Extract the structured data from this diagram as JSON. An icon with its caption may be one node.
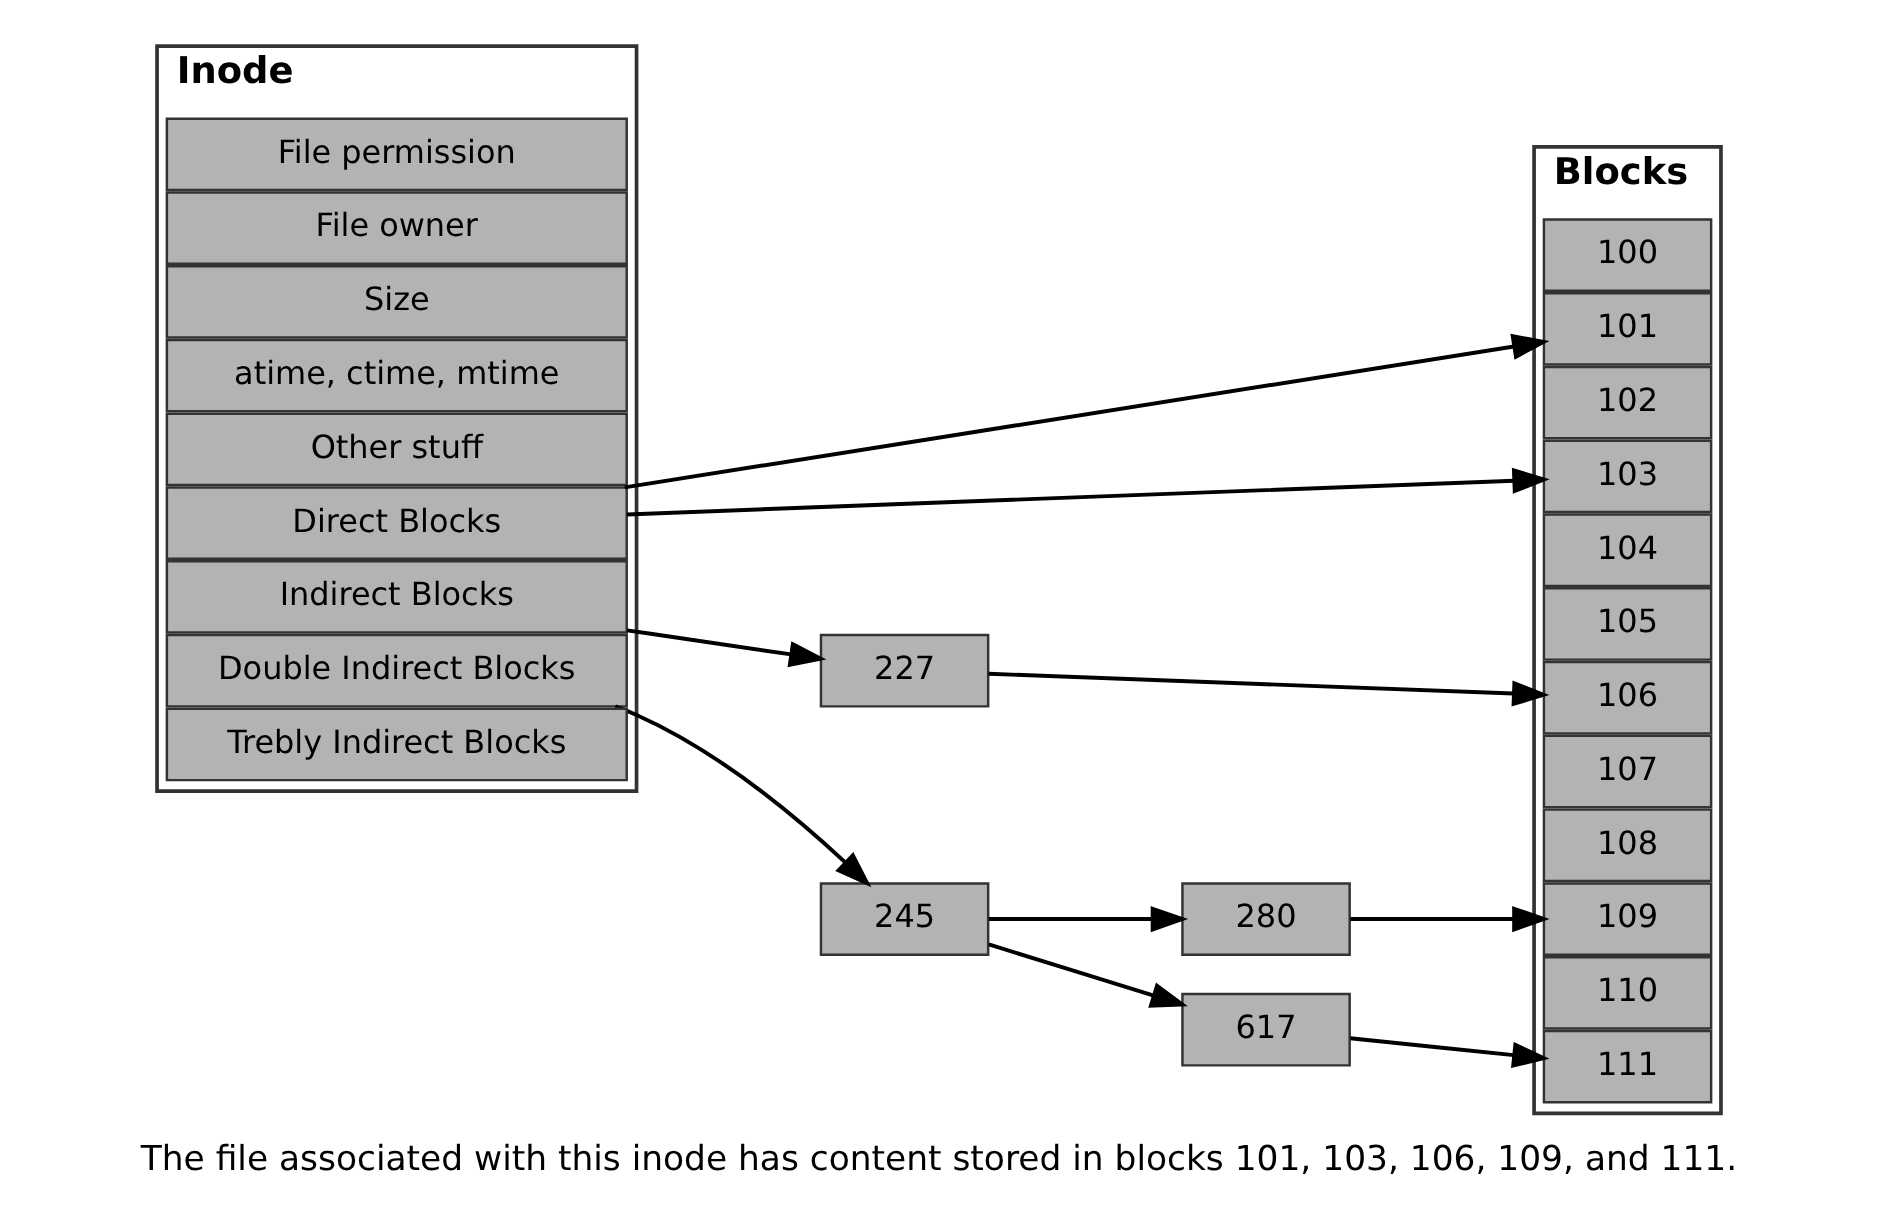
{
  "diagram": {
    "caption": "The file associated with this inode has content stored in blocks 101, 103, 106, 109, and 111.",
    "nodes": [
      {
        "text": [
          "Inode"
        ]
      },
      {
        "text": [
          "File permission"
        ],
        "in": 0
      },
      {
        "text": [
          "File owner"
        ],
        "in": 0
      },
      {
        "text": [
          "Size"
        ],
        "in": 0
      },
      {
        "text": [
          "atime, ctime, mtime"
        ],
        "in": 0
      },
      {
        "text": [
          "Other stuff"
        ],
        "in": 0
      },
      {
        "text": [
          "Direct Blocks"
        ],
        "in": 0
      },
      {
        "text": [
          "Indirect Blocks"
        ],
        "in": 0
      },
      {
        "text": [
          "Double Indirect Blocks"
        ],
        "in": 0
      },
      {
        "text": [
          "Trebly Indirect Blocks"
        ],
        "in": 0
      },
      {
        "text": [
          "227"
        ]
      },
      {
        "text": [
          "245"
        ]
      },
      {
        "text": [
          "280"
        ]
      },
      {
        "text": [
          "617"
        ]
      },
      {
        "text": [
          "Blocks"
        ]
      },
      {
        "text": [
          "100"
        ],
        "in": 14
      },
      {
        "text": [
          "101"
        ],
        "in": 14
      },
      {
        "text": [
          "102"
        ],
        "in": 14
      },
      {
        "text": [
          "103"
        ],
        "in": 14
      },
      {
        "text": [
          "104"
        ],
        "in": 14
      },
      {
        "text": [
          "105"
        ],
        "in": 14
      },
      {
        "text": [
          "106"
        ],
        "in": 14
      },
      {
        "text": [
          "107"
        ],
        "in": 14
      },
      {
        "text": [
          "108"
        ],
        "in": 14
      },
      {
        "text": [
          "109"
        ],
        "in": 14
      },
      {
        "text": [
          "110"
        ],
        "in": 14
      },
      {
        "text": [
          "111"
        ],
        "in": 14
      }
    ],
    "edges": [
      {
        "from": 6,
        "to": 16,
        "arrow": "to"
      },
      {
        "from": 6,
        "to": 18,
        "arrow": "to"
      },
      {
        "from": 7,
        "to": 10,
        "arrow": "to"
      },
      {
        "from": 10,
        "to": 21,
        "arrow": "to"
      },
      {
        "from": 8,
        "to": 11,
        "arrow": "to"
      },
      {
        "from": 11,
        "to": 12,
        "arrow": "to"
      },
      {
        "from": 11,
        "to": 13,
        "arrow": "to"
      },
      {
        "from": 12,
        "to": 24,
        "arrow": "to"
      },
      {
        "from": 13,
        "to": 26,
        "arrow": "to"
      }
    ]
  }
}
